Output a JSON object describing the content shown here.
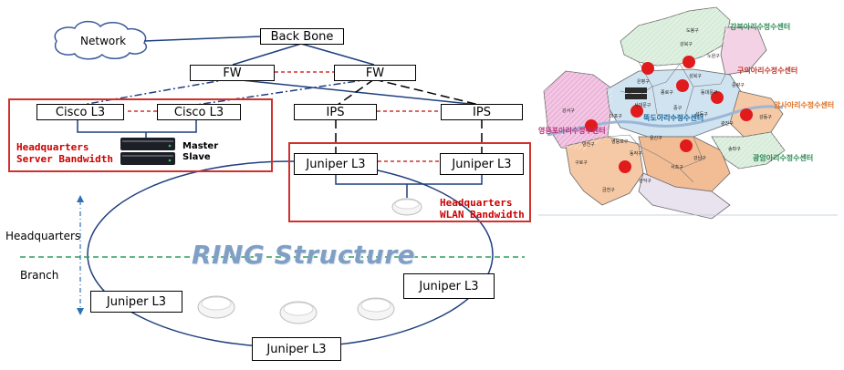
{
  "diagram": {
    "network": "Network",
    "backbone": "Back Bone",
    "fw_left": "FW",
    "fw_right": "FW",
    "cisco_left": "Cisco L3",
    "cisco_right": "Cisco L3",
    "ips_left": "IPS",
    "ips_right": "IPS",
    "juniper_hq_left": "Juniper L3",
    "juniper_hq_right": "Juniper L3",
    "hq_server_bandwidth": "Headquarters\nServer Bandwidth",
    "master_slave": "Master\nSlave",
    "hq_wlan_bandwidth": "Headquarters\nWLAN Bandwidth",
    "headquarters_label": "Headquarters",
    "branch_label": "Branch",
    "ring_title": "RING Structure",
    "juniper_left": "Juniper L3",
    "juniper_right": "Juniper L3",
    "juniper_bottom": "Juniper L3"
  },
  "map": {
    "centers": [
      {
        "name": "강북아리수정수센터",
        "color": "#2e8b57"
      },
      {
        "name": "구의아리수정수센터",
        "color": "#c0392b"
      },
      {
        "name": "암사아리수정수센터",
        "color": "#e07020"
      },
      {
        "name": "뚝도아리수정수센터",
        "color": "#1a6aa5"
      },
      {
        "name": "영등포아리수정수센터",
        "color": "#b5307a"
      },
      {
        "name": "광암아리수정수센터",
        "color": "#2e8b57"
      }
    ],
    "districts": [
      "은평구",
      "강북구",
      "도봉구",
      "노원구",
      "성북구",
      "종로구",
      "서대문구",
      "동대문구",
      "중랑구",
      "마포구",
      "중구",
      "성동구",
      "광진구",
      "강서구",
      "양천구",
      "영등포구",
      "용산구",
      "동작구",
      "서초구",
      "강남구",
      "송파구",
      "강동구",
      "구로구",
      "금천구",
      "관악구"
    ]
  }
}
